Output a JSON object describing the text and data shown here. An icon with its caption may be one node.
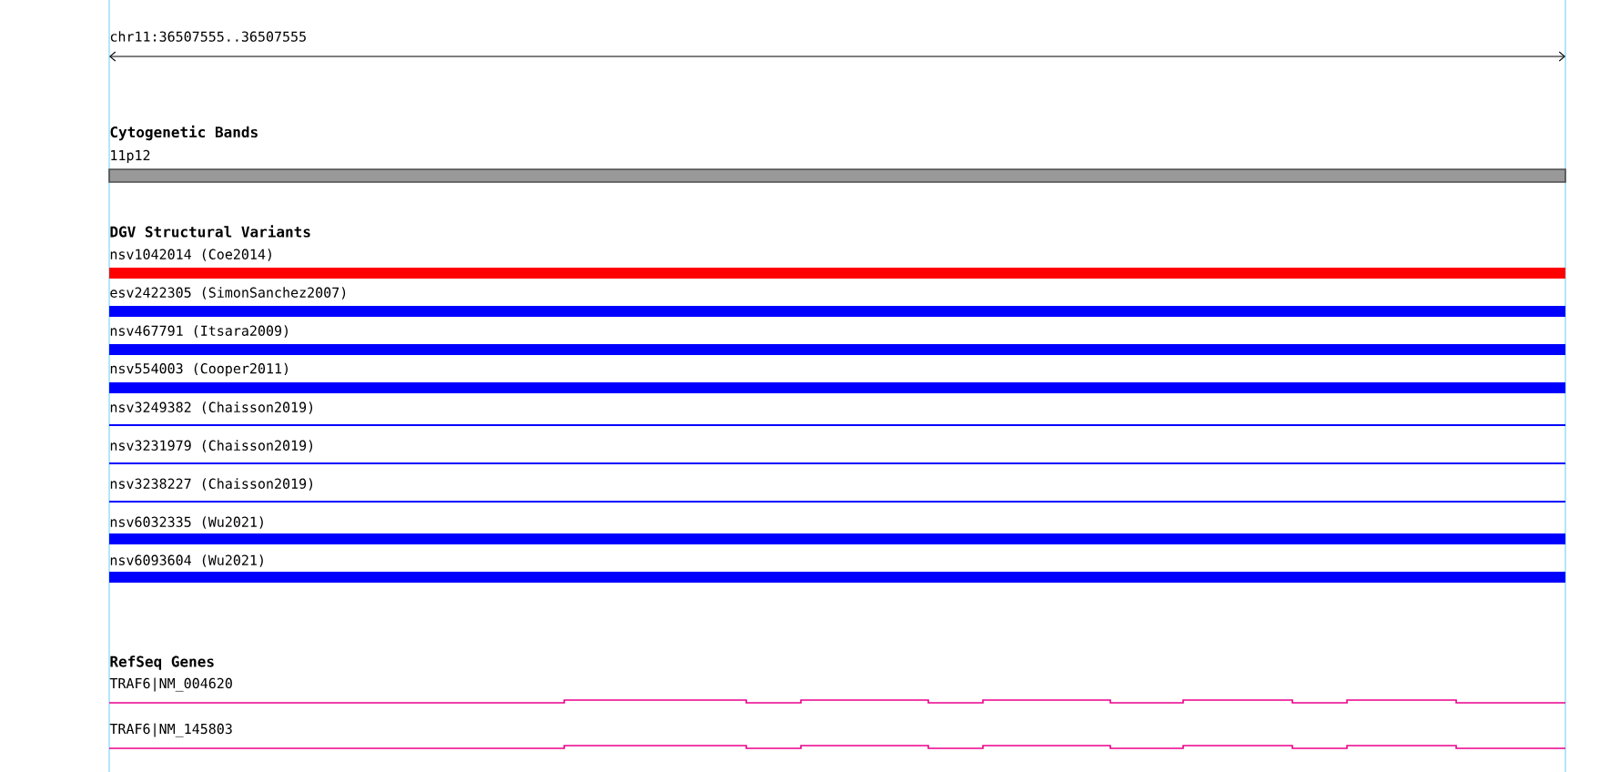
{
  "diagram": {
    "labels": [
      "chr11:36507555..36507555",
      "Cytogenetic Bands",
      "11p12",
      "DGV Structural Variants",
      "nsv1042014 (Coe2014)",
      "esv2422305 (SimonSanchez2007)",
      "nsv467791 (Itsara2009)",
      "nsv554003 (Cooper2011)",
      "nsv3249382 (Chaisson2019)",
      "nsv3231979 (Chaisson2019)",
      "nsv3238227 (Chaisson2019)",
      "nsv6032335 (Wu2021)",
      "nsv6093604 (Wu2021)",
      "RefSeq Genes",
      "TRAF6|NM_004620",
      "TRAF6|NM_145803"
    ]
  }
}
